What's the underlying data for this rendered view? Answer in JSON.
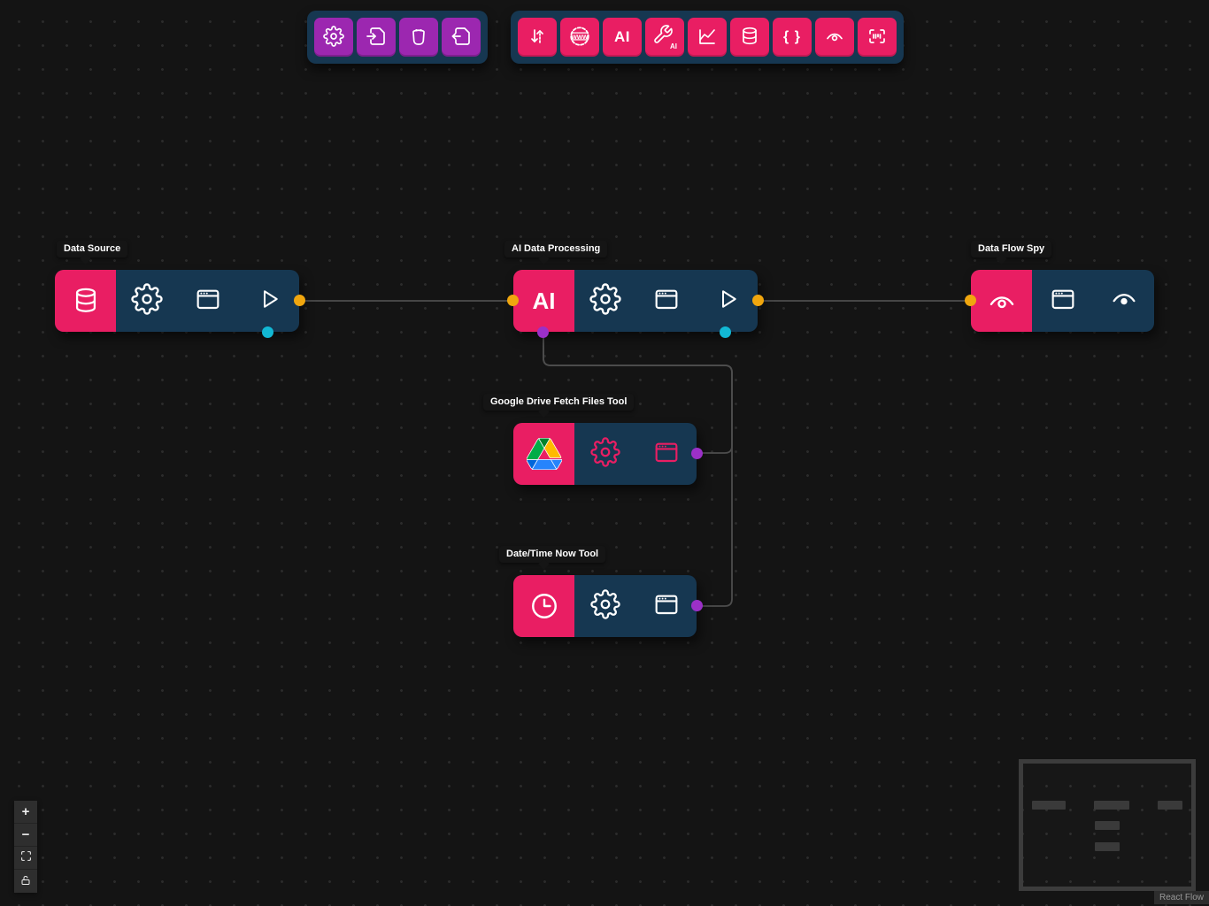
{
  "app": {
    "attribution": "React Flow"
  },
  "colors": {
    "background": "#141414",
    "node_body": "#163751",
    "pink": "#e91e63",
    "purple": "#9c27b0",
    "handle_source": "#f0a60e",
    "handle_extra": "#12b8d4",
    "handle_tool": "#9b30c8",
    "edge": "#4d4d4d"
  },
  "flow_toolbar": {
    "buttons": [
      {
        "name": "settings",
        "icon": "gear-icon"
      },
      {
        "name": "import-flow",
        "icon": "save-import-icon"
      },
      {
        "name": "delete-flow",
        "icon": "trash-icon"
      },
      {
        "name": "export-flow",
        "icon": "save-export-icon"
      }
    ]
  },
  "node_toolbar": {
    "buttons": [
      {
        "name": "add-input-output-node",
        "icon": "sort-arrows-icon"
      },
      {
        "name": "add-web-node",
        "icon": "globe-icon",
        "glyph": "www"
      },
      {
        "name": "add-ai-node",
        "icon": "ai-text-icon",
        "glyph": "AI"
      },
      {
        "name": "add-ai-tool-node",
        "icon": "wrench-ai-icon",
        "glyph": "AI"
      },
      {
        "name": "add-chart-node",
        "icon": "line-chart-icon"
      },
      {
        "name": "add-database-node",
        "icon": "database-icon"
      },
      {
        "name": "add-json-node",
        "icon": "braces-icon",
        "glyph": "{ }"
      },
      {
        "name": "add-spy-node",
        "icon": "eye-icon"
      },
      {
        "name": "add-scan-node",
        "icon": "barcode-scan-icon"
      }
    ]
  },
  "nodes": {
    "data_source": {
      "label": "Data Source",
      "accent_icon": "database-icon",
      "actions": [
        "settings",
        "window",
        "run"
      ]
    },
    "ai_processing": {
      "label": "AI Data Processing",
      "icon_text": "AI",
      "actions": [
        "settings",
        "window",
        "run"
      ]
    },
    "data_flow_spy": {
      "label": "Data Flow Spy",
      "accent_icon": "eye-icon",
      "actions": [
        "window",
        "eye"
      ]
    },
    "gdrive_tool": {
      "label": "Google Drive Fetch Files Tool",
      "accent_icon": "google-drive-icon",
      "actions": [
        "settings",
        "window"
      ]
    },
    "datetime_tool": {
      "label": "Date/Time Now Tool",
      "accent_icon": "clock-icon",
      "actions": [
        "settings",
        "window"
      ]
    }
  },
  "controls": {
    "zoom_in": "+",
    "zoom_out": "−",
    "fit_view": "fit",
    "lock": "unlocked"
  }
}
